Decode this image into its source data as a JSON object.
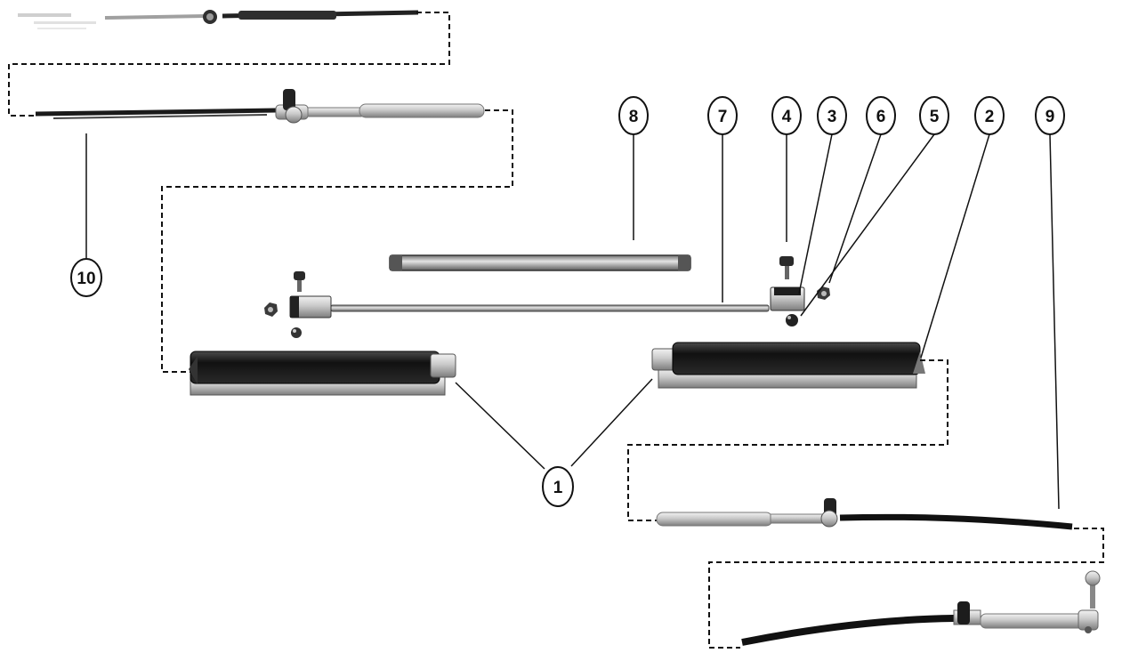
{
  "diagram": {
    "callouts": [
      {
        "id": "1",
        "label": "1"
      },
      {
        "id": "2",
        "label": "2"
      },
      {
        "id": "3",
        "label": "3"
      },
      {
        "id": "4",
        "label": "4"
      },
      {
        "id": "5",
        "label": "5"
      },
      {
        "id": "6",
        "label": "6"
      },
      {
        "id": "7",
        "label": "7"
      },
      {
        "id": "8",
        "label": "8"
      },
      {
        "id": "9",
        "label": "9"
      },
      {
        "id": "10",
        "label": "10"
      }
    ],
    "colors": {
      "ink": "#111111",
      "cylinder_dark": "#1c1c1c",
      "chrome": "#d9d9d9",
      "chrome_shadow": "#8c8c8c",
      "background": "#ffffff"
    },
    "corner_scribble": ""
  }
}
